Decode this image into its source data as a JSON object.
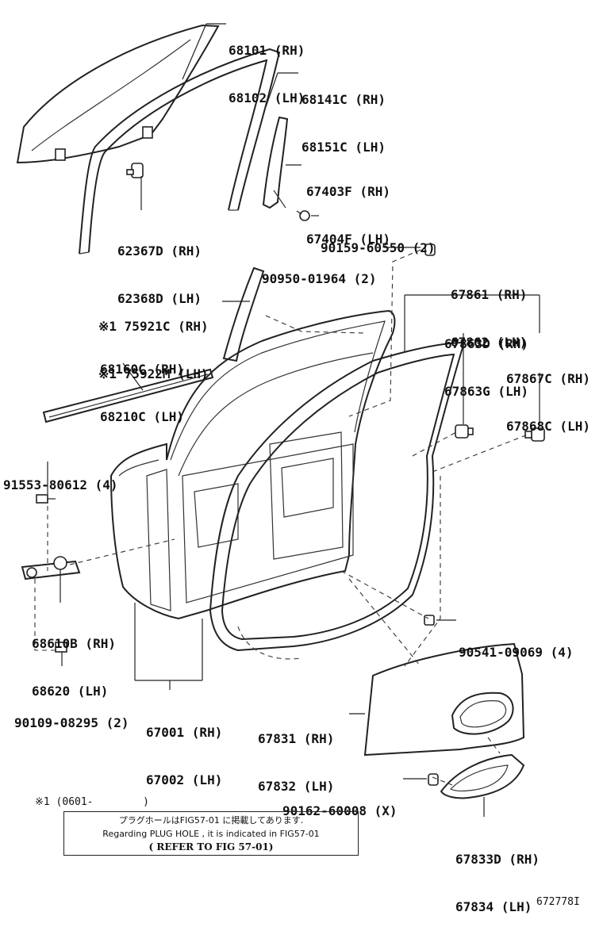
{
  "labels": {
    "p68101": [
      "68101 (RH)",
      "68102 (LH)"
    ],
    "p68141c": [
      "68141C (RH)",
      "68151C (LH)"
    ],
    "p67403f": [
      "67403F (RH)",
      "67404F (LH)"
    ],
    "p62367d": [
      "62367D (RH)",
      "62368D (LH)"
    ],
    "p90159": "90159-60550 (2)",
    "p90950": "90950-01964 (2)",
    "p67861": [
      "67861 (RH)",
      "67862 (LH)"
    ],
    "p75921c": [
      "※1 75921C (RH)",
      "※1 75922M (LH)"
    ],
    "p67863d": [
      "67863D (RH)",
      "67863G (LH)"
    ],
    "p68160c": [
      "68160C (RH)",
      "68210C (LH)"
    ],
    "p67867c": [
      "67867C (RH)",
      "67868C (LH)"
    ],
    "p91553": "91553-80612 (4)",
    "p68610b": [
      "68610B (RH)",
      "68620 (LH)"
    ],
    "p90541": "90541-09069 (4)",
    "p90109": "90109-08295 (2)",
    "p67001": [
      "67001 (RH)",
      "67002 (LH)"
    ],
    "p67831": [
      "67831 (RH)",
      "67832 (LH)"
    ],
    "footnote": "※1 (0601-        )",
    "p90162": "90162-60008 (X)",
    "p67833d": [
      "67833D (RH)",
      "67834 (LH)"
    ]
  },
  "note": {
    "line1": "プラグホールはFIG57-01 に掲載してあります.",
    "line2": "Regarding PLUG HOLE , it is indicated in FIG57-01",
    "line3": "( REFER TO FIG 57-01)"
  },
  "figure_id": "672778I"
}
